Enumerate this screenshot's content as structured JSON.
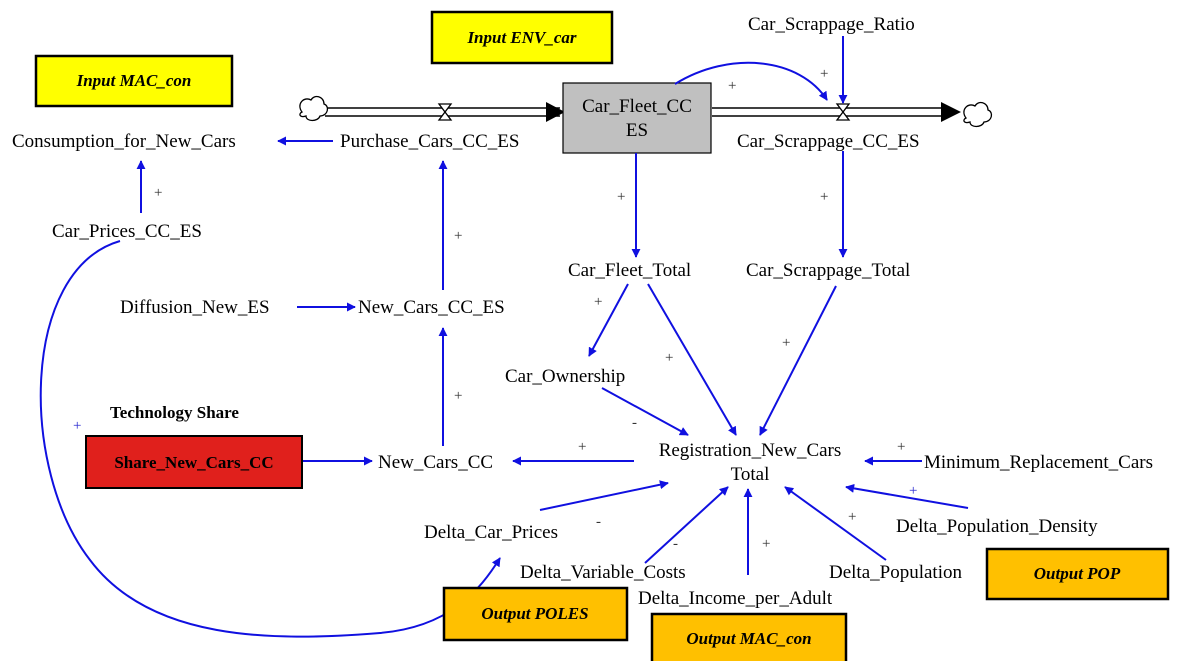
{
  "variables": {
    "consumption_for_new_cars": "Consumption_for_New_Cars",
    "purchase_cars_cc_es": "Purchase_Cars_CC_ES",
    "car_fleet_cc_es_line1": "Car_Fleet_CC",
    "car_fleet_cc_es_line2": "ES",
    "car_scrappage_ratio": "Car_Scrappage_Ratio",
    "car_scrappage_cc_es": "Car_Scrappage_CC_ES",
    "car_prices_cc_es": "Car_Prices_CC_ES",
    "car_fleet_total": "Car_Fleet_Total",
    "car_scrappage_total": "Car_Scrappage_Total",
    "diffusion_new_es": "Diffusion_New_ES",
    "new_cars_cc_es": "New_Cars_CC_ES",
    "car_ownership": "Car_Ownership",
    "new_cars_cc": "New_Cars_CC",
    "registration_line1": "Registration_New_Cars",
    "registration_line2": "Total",
    "minimum_replacement_cars": "Minimum_Replacement_Cars",
    "delta_population_density": "Delta_Population_Density",
    "delta_car_prices": "Delta_Car_Prices",
    "delta_variable_costs": "Delta_Variable_Costs",
    "delta_income_per_adult": "Delta_Income_per_Adult",
    "delta_population": "Delta_Population"
  },
  "labels": {
    "technology_share": "Technology Share",
    "share_new_cars_cc": "Share_New_Cars_CC"
  },
  "boxes": {
    "input_env_car": "Input ENV_car",
    "input_mac_con": "Input MAC_con",
    "output_poles": "Output POLES",
    "output_mac_con": "Output MAC_con",
    "output_pop": "Output POP"
  },
  "polarities": {
    "plus": "+",
    "minus": "-"
  },
  "colors": {
    "link": "#1010e0",
    "stock_fill": "#c0c0c0",
    "input_box": "#ffff00",
    "output_box": "#ffc000",
    "share_box": "#e0201c"
  }
}
